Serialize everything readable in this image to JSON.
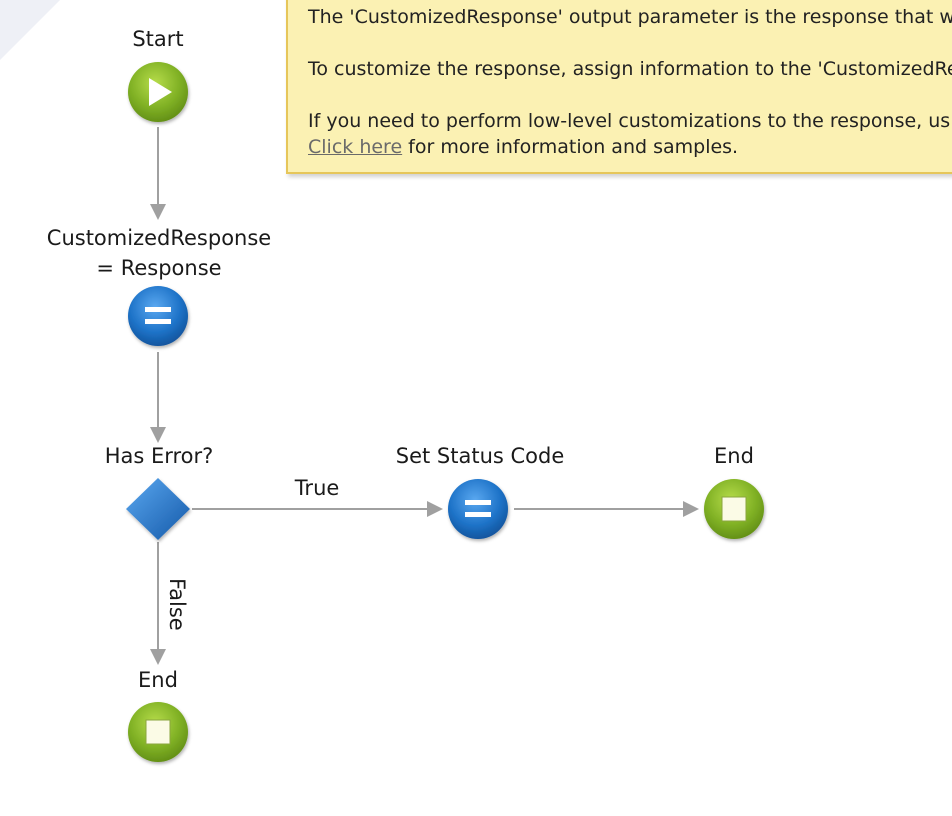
{
  "comment": {
    "line1": "The 'CustomizedResponse' output parameter is the response that w",
    "line2": "To customize the response, assign information to the 'CustomizedRe",
    "line3": "If you need to perform low-level customizations to the response, us",
    "link_text": "Click here",
    "line4_rest": " for more information and samples."
  },
  "nodes": {
    "start": {
      "label": "Start",
      "icon": "play-icon"
    },
    "assign_response": {
      "label_line1": "CustomizedResponse",
      "label_line2": "= Response",
      "icon": "assign-icon"
    },
    "has_error": {
      "label": "Has Error?",
      "icon": "if-diamond-icon"
    },
    "set_status": {
      "label": "Set Status Code",
      "icon": "assign-icon"
    },
    "end_right": {
      "label": "End",
      "icon": "stop-icon"
    },
    "end_bottom": {
      "label": "End",
      "icon": "stop-icon"
    }
  },
  "connectors": {
    "true_label": "True",
    "false_label": "False"
  },
  "colors": {
    "start_green": "#7fb024",
    "assign_blue": "#1e73c8",
    "comment_bg": "#fbf1b3",
    "connector_gray": "#a0a0a0"
  }
}
